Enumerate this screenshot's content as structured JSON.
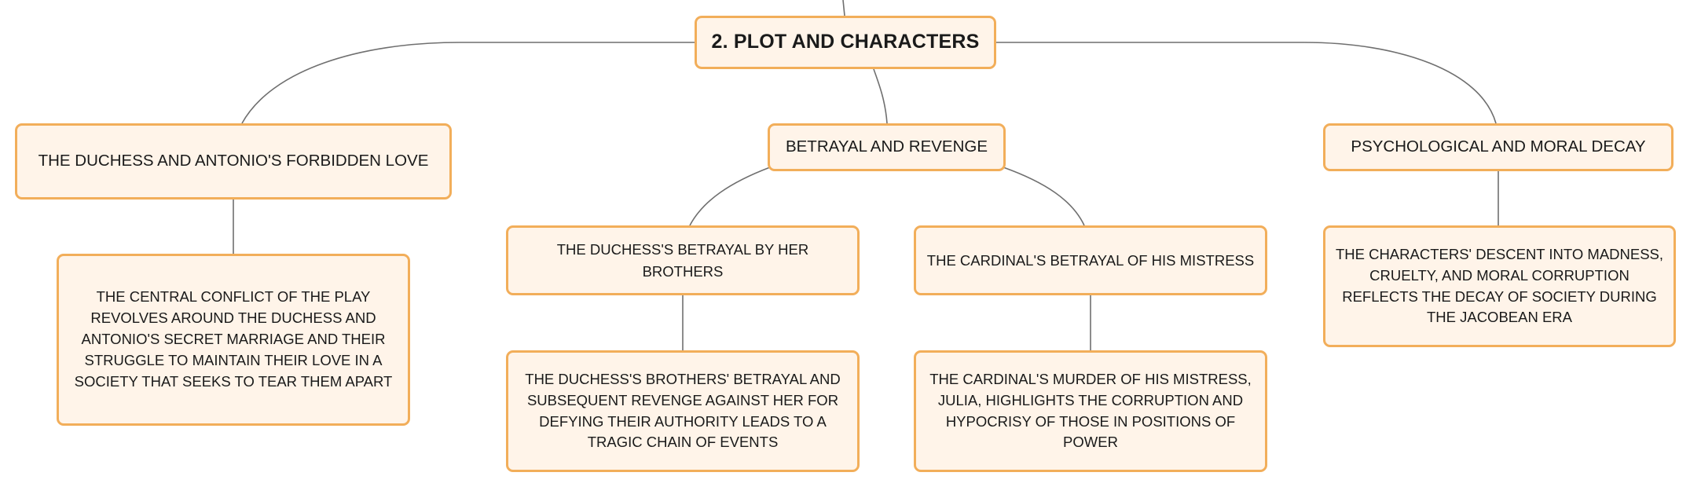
{
  "mindmap": {
    "root": {
      "label": "2. PLOT AND CHARACTERS"
    },
    "topics": [
      {
        "label": "THE DUCHESS AND ANTONIO'S FORBIDDEN LOVE",
        "detail": "THE CENTRAL CONFLICT OF THE PLAY REVOLVES AROUND THE DUCHESS AND ANTONIO'S SECRET MARRIAGE AND THEIR STRUGGLE TO MAINTAIN THEIR LOVE IN A SOCIETY THAT SEEKS TO TEAR THEM APART"
      },
      {
        "label": "BETRAYAL AND REVENGE",
        "subtopics": [
          {
            "label": "THE DUCHESS'S BETRAYAL BY HER BROTHERS",
            "detail": "THE DUCHESS'S BROTHERS' BETRAYAL AND SUBSEQUENT REVENGE AGAINST HER FOR DEFYING THEIR AUTHORITY LEADS TO A TRAGIC CHAIN OF EVENTS"
          },
          {
            "label": "THE CARDINAL'S BETRAYAL OF HIS MISTRESS",
            "detail": "THE CARDINAL'S MURDER OF HIS MISTRESS, JULIA, HIGHLIGHTS THE CORRUPTION AND HYPOCRISY OF THOSE IN POSITIONS OF POWER"
          }
        ]
      },
      {
        "label": "PSYCHOLOGICAL AND MORAL DECAY",
        "detail": "THE CHARACTERS' DESCENT INTO MADNESS, CRUELTY, AND MORAL CORRUPTION REFLECTS THE DECAY OF SOCIETY DURING THE JACOBEAN ERA"
      }
    ]
  },
  "colors": {
    "node_fill": "#fff4e9",
    "node_border": "#f2ae5a",
    "connector": "#6f6f6f",
    "text": "#1a1a1a"
  }
}
